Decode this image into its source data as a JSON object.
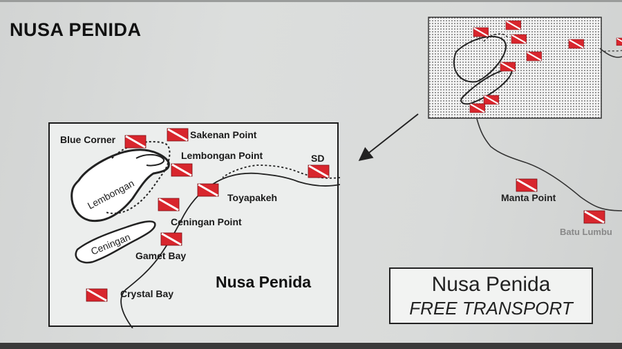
{
  "page": {
    "title": "NUSA PENIDA"
  },
  "inset_map": {
    "title": "Nusa Penida",
    "islands": [
      "Lembongan",
      "Ceningan"
    ],
    "dive_sites": [
      "Blue Corner",
      "Sakenan Point",
      "Lembongan Point",
      "SD",
      "Toyapakeh",
      "Ceningan Point",
      "Gamet Bay",
      "Crystal Bay"
    ]
  },
  "overview_map": {
    "dive_sites": [
      "Manta Point",
      "Batu Lumbu"
    ]
  },
  "promo": {
    "title": "Nusa Penida",
    "subtitle": "FREE TRANSPORT"
  },
  "colors": {
    "dive_flag_red": "#d8262d",
    "dive_flag_stripe": "#ffffff",
    "coast_line": "#2a2a2a"
  }
}
